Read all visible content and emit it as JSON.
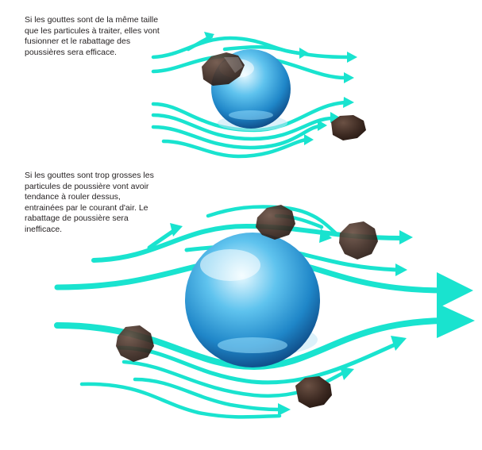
{
  "captions": {
    "top": "Si les gouttes sont de la même taille que les particules à traiter, elles vont fusionner et le rabattage des poussières sera efficace.",
    "bottom": "Si les gouttes sont trop grosses les particules de poussière vont avoir tendance à rouler dessus, entrainées par le courant d'air. Le rabattage de poussière sera inefficace."
  },
  "colors": {
    "flow": "#19e3cf",
    "drop_light": "#d8f4ff",
    "drop_mid": "#2e9fd6",
    "drop_dark": "#0b3f7a",
    "rock": "#3d2a22",
    "rock_highlight": "#6b5144"
  },
  "scenarios": [
    {
      "name": "small-drops",
      "drop": "small",
      "outcome": "efficace"
    },
    {
      "name": "large-drops",
      "drop": "large",
      "outcome": "inefficace"
    }
  ]
}
